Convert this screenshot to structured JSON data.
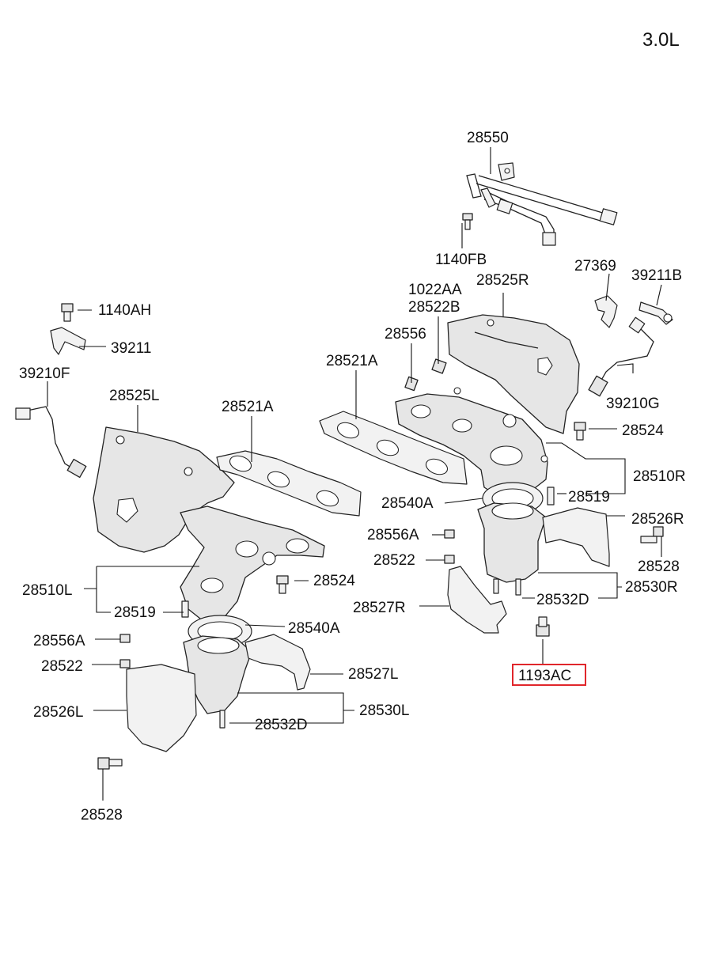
{
  "variant": "3.0L",
  "highlight_color": "#e0262b",
  "labels": {
    "p28550": "28550",
    "p1140FB": "1140FB",
    "p27369": "27369",
    "p39211B": "39211B",
    "p1022AA": "1022AA",
    "p28525R": "28525R",
    "p28522B": "28522B",
    "p1140AH": "1140AH",
    "p28556": "28556",
    "p39211": "39211",
    "p28521A_r": "28521A",
    "p39210G": "39210G",
    "p39210F": "39210F",
    "p28525L": "28525L",
    "p28521A_l": "28521A",
    "p28524_r": "28524",
    "p28510R": "28510R",
    "p28519_r": "28519",
    "p28540A_r": "28540A",
    "p28526R": "28526R",
    "p28556A_r": "28556A",
    "p28528_r": "28528",
    "p28522_r": "28522",
    "p28524_l": "28524",
    "p28510L": "28510L",
    "p28530R": "28530R",
    "p28532D_r": "28532D",
    "p28519_l": "28519",
    "p28527R": "28527R",
    "p28540A_l": "28540A",
    "p28556A_l": "28556A",
    "p28522_l": "28522",
    "p1193AC": "1193AC",
    "p28527L": "28527L",
    "p28526L": "28526L",
    "p28530L": "28530L",
    "p28532D_l": "28532D",
    "p28528_l": "28528"
  }
}
